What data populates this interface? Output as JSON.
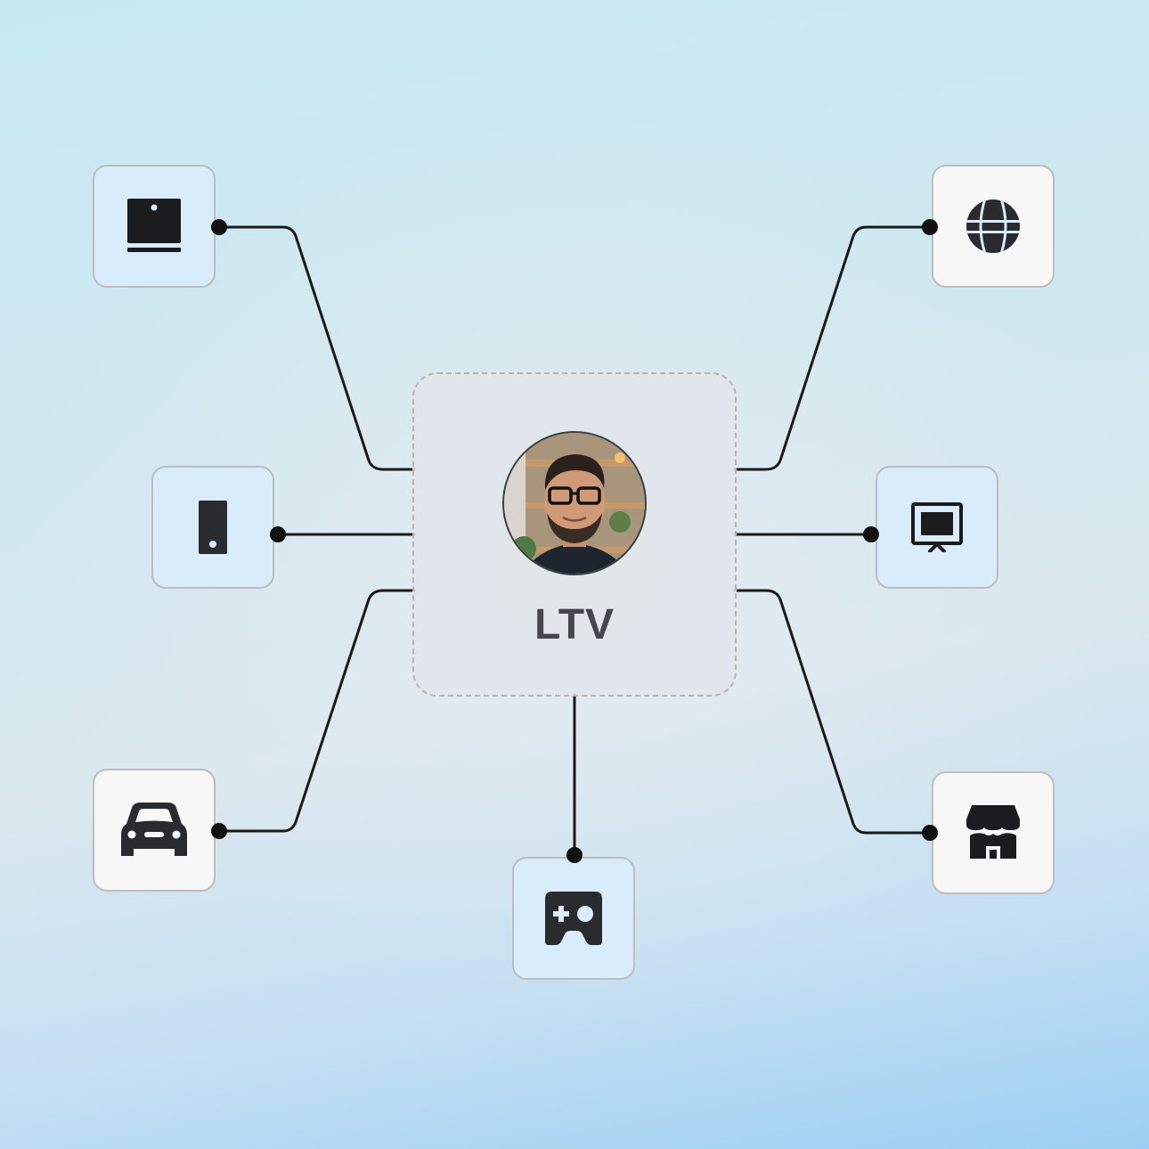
{
  "diagram": {
    "center": {
      "label": "LTV",
      "avatar": "person-portrait-avatar"
    },
    "nodes": [
      {
        "id": "laptop",
        "icon": "laptop-icon",
        "position": "top-left",
        "style": "blue"
      },
      {
        "id": "mobile",
        "icon": "mobile-phone-icon",
        "position": "middle-left",
        "style": "blue"
      },
      {
        "id": "car",
        "icon": "car-icon",
        "position": "bottom-left",
        "style": "white"
      },
      {
        "id": "gaming",
        "icon": "game-controller-icon",
        "position": "bottom-center",
        "style": "blue"
      },
      {
        "id": "store",
        "icon": "storefront-icon",
        "position": "bottom-right",
        "style": "white"
      },
      {
        "id": "presentation",
        "icon": "presentation-screen-icon",
        "position": "middle-right",
        "style": "blue"
      },
      {
        "id": "web",
        "icon": "globe-icon",
        "position": "top-right",
        "style": "blue"
      }
    ],
    "colors": {
      "node_blue_fill": "#d9ecfc",
      "node_white_fill": "#f7f7f7",
      "node_border": "#bdbdbd",
      "connector": "#1a1a1a",
      "center_fill": "#e1e5ea",
      "center_border": "#b4b4b4",
      "label_text": "#44474d",
      "icon_fill": "#1c1c1e"
    }
  }
}
